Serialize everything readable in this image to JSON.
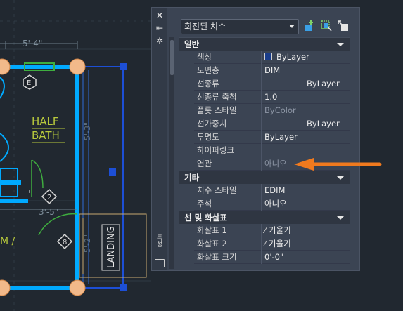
{
  "drawing": {
    "dimension_top": "5'-4\"",
    "dimension_mid": "3'-5\"",
    "room_label_line1": "HALF",
    "room_label_line2": "BATH",
    "stair_label": "LANDING",
    "tag_e": "E",
    "tag_2": "2",
    "tag_8": "8",
    "left_partial_text": "M /",
    "dim_vertical_left": "5'-3\"",
    "dim_vertical_lower": "5'-2\"",
    "accent_color": "#00aaff",
    "label_color": "#b7c83c",
    "grip_color": "#f2b98a"
  },
  "palette": {
    "object_type": "회전된 치수",
    "icons": [
      "quick-select-icon",
      "select-objects-icon",
      "toggle-pickadd-icon"
    ],
    "strip_icons": [
      "close-icon",
      "auto-hide-icon",
      "properties-options-icon"
    ],
    "vertical_title": "특성",
    "sections": [
      {
        "title": "일반",
        "rows": [
          {
            "name": "색상",
            "value": "ByLayer",
            "kind": "color",
            "color": "#1a3d8a"
          },
          {
            "name": "도면층",
            "value": "DIM"
          },
          {
            "name": "선종류",
            "value": "ByLayer",
            "kind": "line"
          },
          {
            "name": "선종류 축척",
            "value": "1.0"
          },
          {
            "name": "플롯 스타일",
            "value": "ByColor",
            "disabled": true
          },
          {
            "name": "선가중치",
            "value": "ByLayer",
            "kind": "line"
          },
          {
            "name": "투명도",
            "value": "ByLayer"
          },
          {
            "name": "하이퍼링크",
            "value": ""
          },
          {
            "name": "연관",
            "value": "아니오",
            "disabled": true
          }
        ]
      },
      {
        "title": "기타",
        "rows": [
          {
            "name": "치수 스타일",
            "value": "EDIM"
          },
          {
            "name": "주석",
            "value": "아니오"
          }
        ]
      },
      {
        "title": "선 및 화살표",
        "rows": [
          {
            "name": "화살표 1",
            "value": "기울기",
            "kind": "arrow"
          },
          {
            "name": "화살표 2",
            "value": "기울기",
            "kind": "arrow"
          },
          {
            "name": "화살표 크기",
            "value": "0'-0\""
          }
        ]
      }
    ]
  },
  "callout_color": "#f07a1e"
}
